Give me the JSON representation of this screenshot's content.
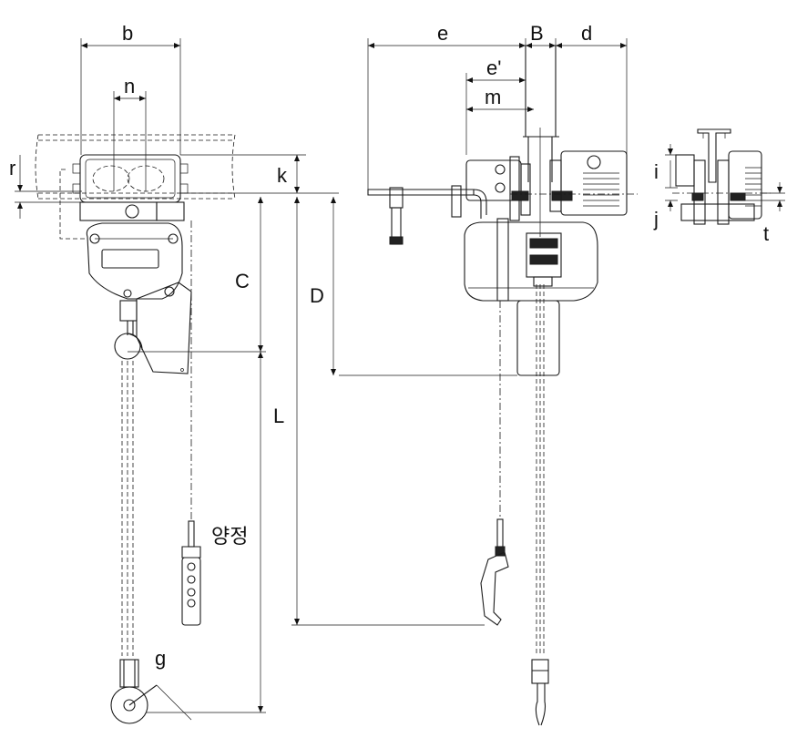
{
  "labels": {
    "b": "b",
    "n": "n",
    "r": "r",
    "k": "k",
    "C": "C",
    "D": "D",
    "L": "L",
    "lift": "양정",
    "g": "g",
    "e": "e",
    "B": "B",
    "d": "d",
    "e_prime": "e'",
    "m": "m",
    "i": "i",
    "j": "j",
    "t": "t"
  }
}
